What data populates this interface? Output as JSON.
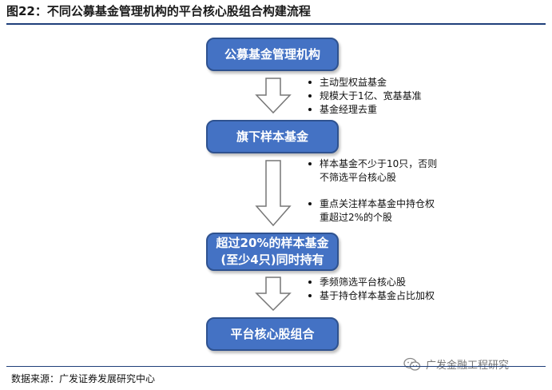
{
  "figure": {
    "title": "图22：不同公募基金管理机构的平台核心股组合构建流程",
    "source": "数据来源：广发证券发展研究中心",
    "watermark": "广发金融工程研究"
  },
  "colors": {
    "box_fill": "#4472c4",
    "box_border": "#2f528f",
    "rule": "#1f3f7a"
  },
  "steps": [
    {
      "lines": [
        "公募基金管理机构"
      ]
    },
    {
      "lines": [
        "旗下样本基金"
      ]
    },
    {
      "lines": [
        "超过20%的样本基金",
        "(至少4只)同时持有"
      ]
    },
    {
      "lines": [
        "平台核心股组合"
      ]
    }
  ],
  "criteria": [
    {
      "items": [
        "主动型权益基金",
        "规模大于1亿、宽基基准",
        "基金经理去重"
      ]
    },
    {
      "items": [
        "样本基金不少于10只，否则不筛选平台核心股",
        "重点关注样本基金中持仓权重超过2%的个股"
      ]
    },
    {
      "items": [
        "季频筛选平台核心股",
        "基于持仓样本基金占比加权"
      ]
    }
  ]
}
